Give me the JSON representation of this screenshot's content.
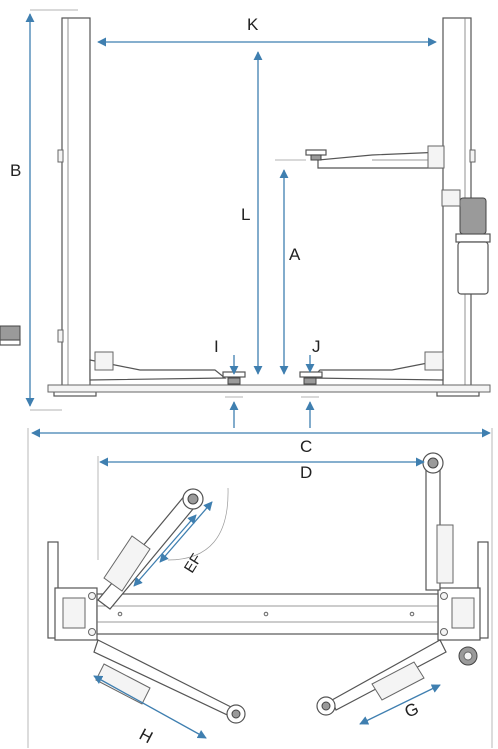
{
  "diagram": {
    "dimension_labels": {
      "A": "A",
      "B": "B",
      "C": "C",
      "D": "D",
      "EF": "EF",
      "G": "G",
      "H": "H",
      "I": "I",
      "J": "J",
      "K": "K",
      "L": "L"
    },
    "colors": {
      "dimension_arrow": "#3f7fb0",
      "outline": "#555555",
      "background": "#ffffff"
    }
  }
}
